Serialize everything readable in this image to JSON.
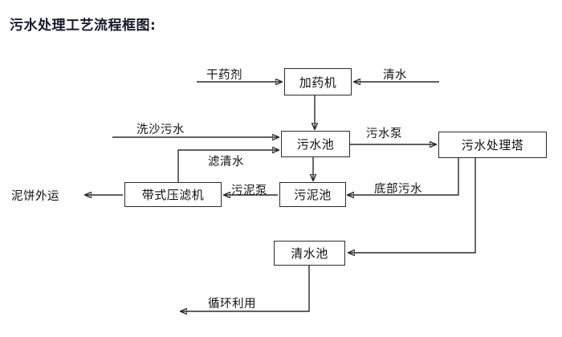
{
  "title": "污水处理工艺流程框图:",
  "nodes": {
    "dosing_machine": "加药机",
    "wastewater_pool": "污水池",
    "treatment_tower": "污水处理塔",
    "belt_filter_press": "带式压滤机",
    "sludge_pool": "污泥池",
    "clean_water_pool": "清水池"
  },
  "edge_labels": {
    "dry_chemical": "干药剂",
    "clean_water_in": "清水",
    "sand_wash_wastewater": "洗沙污水",
    "filtered_clear_water": "滤清水",
    "wastewater_pump": "污水泵",
    "sludge_pump": "污泥泵",
    "bottom_wastewater": "底部污水",
    "mud_cake_out": "泥饼外运",
    "recycle_reuse": "循环利用"
  },
  "colors": {
    "line": "#2b2b2b",
    "title": "#1a1a2e",
    "text": "#101010",
    "background": "#ffffff"
  }
}
